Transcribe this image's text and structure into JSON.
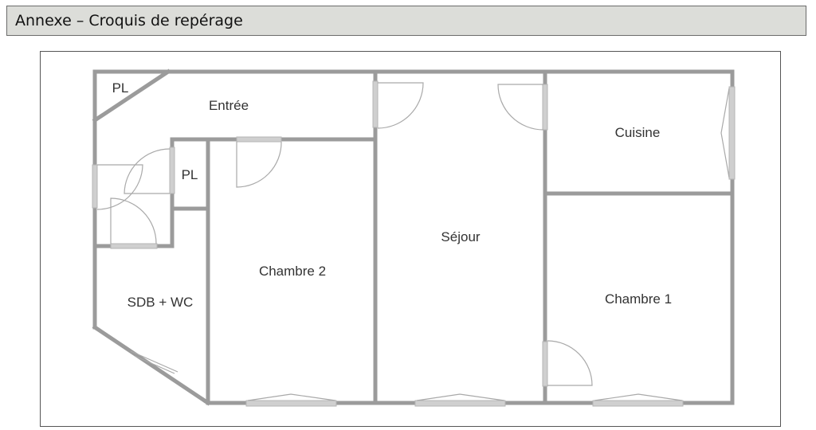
{
  "header": {
    "title": "Annexe – Croquis de repérage"
  },
  "plan": {
    "colors": {
      "wall": "#9b9b9b",
      "opening": "#cfcfcf",
      "door_arc": "#a9a9a9",
      "label": "#333333"
    },
    "rooms": {
      "pl_1": "PL",
      "entree": "Entrée",
      "pl_2": "PL",
      "sejour": "Séjour",
      "cuisine": "Cuisine",
      "chambre_2": "Chambre 2",
      "chambre_1": "Chambre 1",
      "sdb_wc": "SDB + WC"
    }
  }
}
